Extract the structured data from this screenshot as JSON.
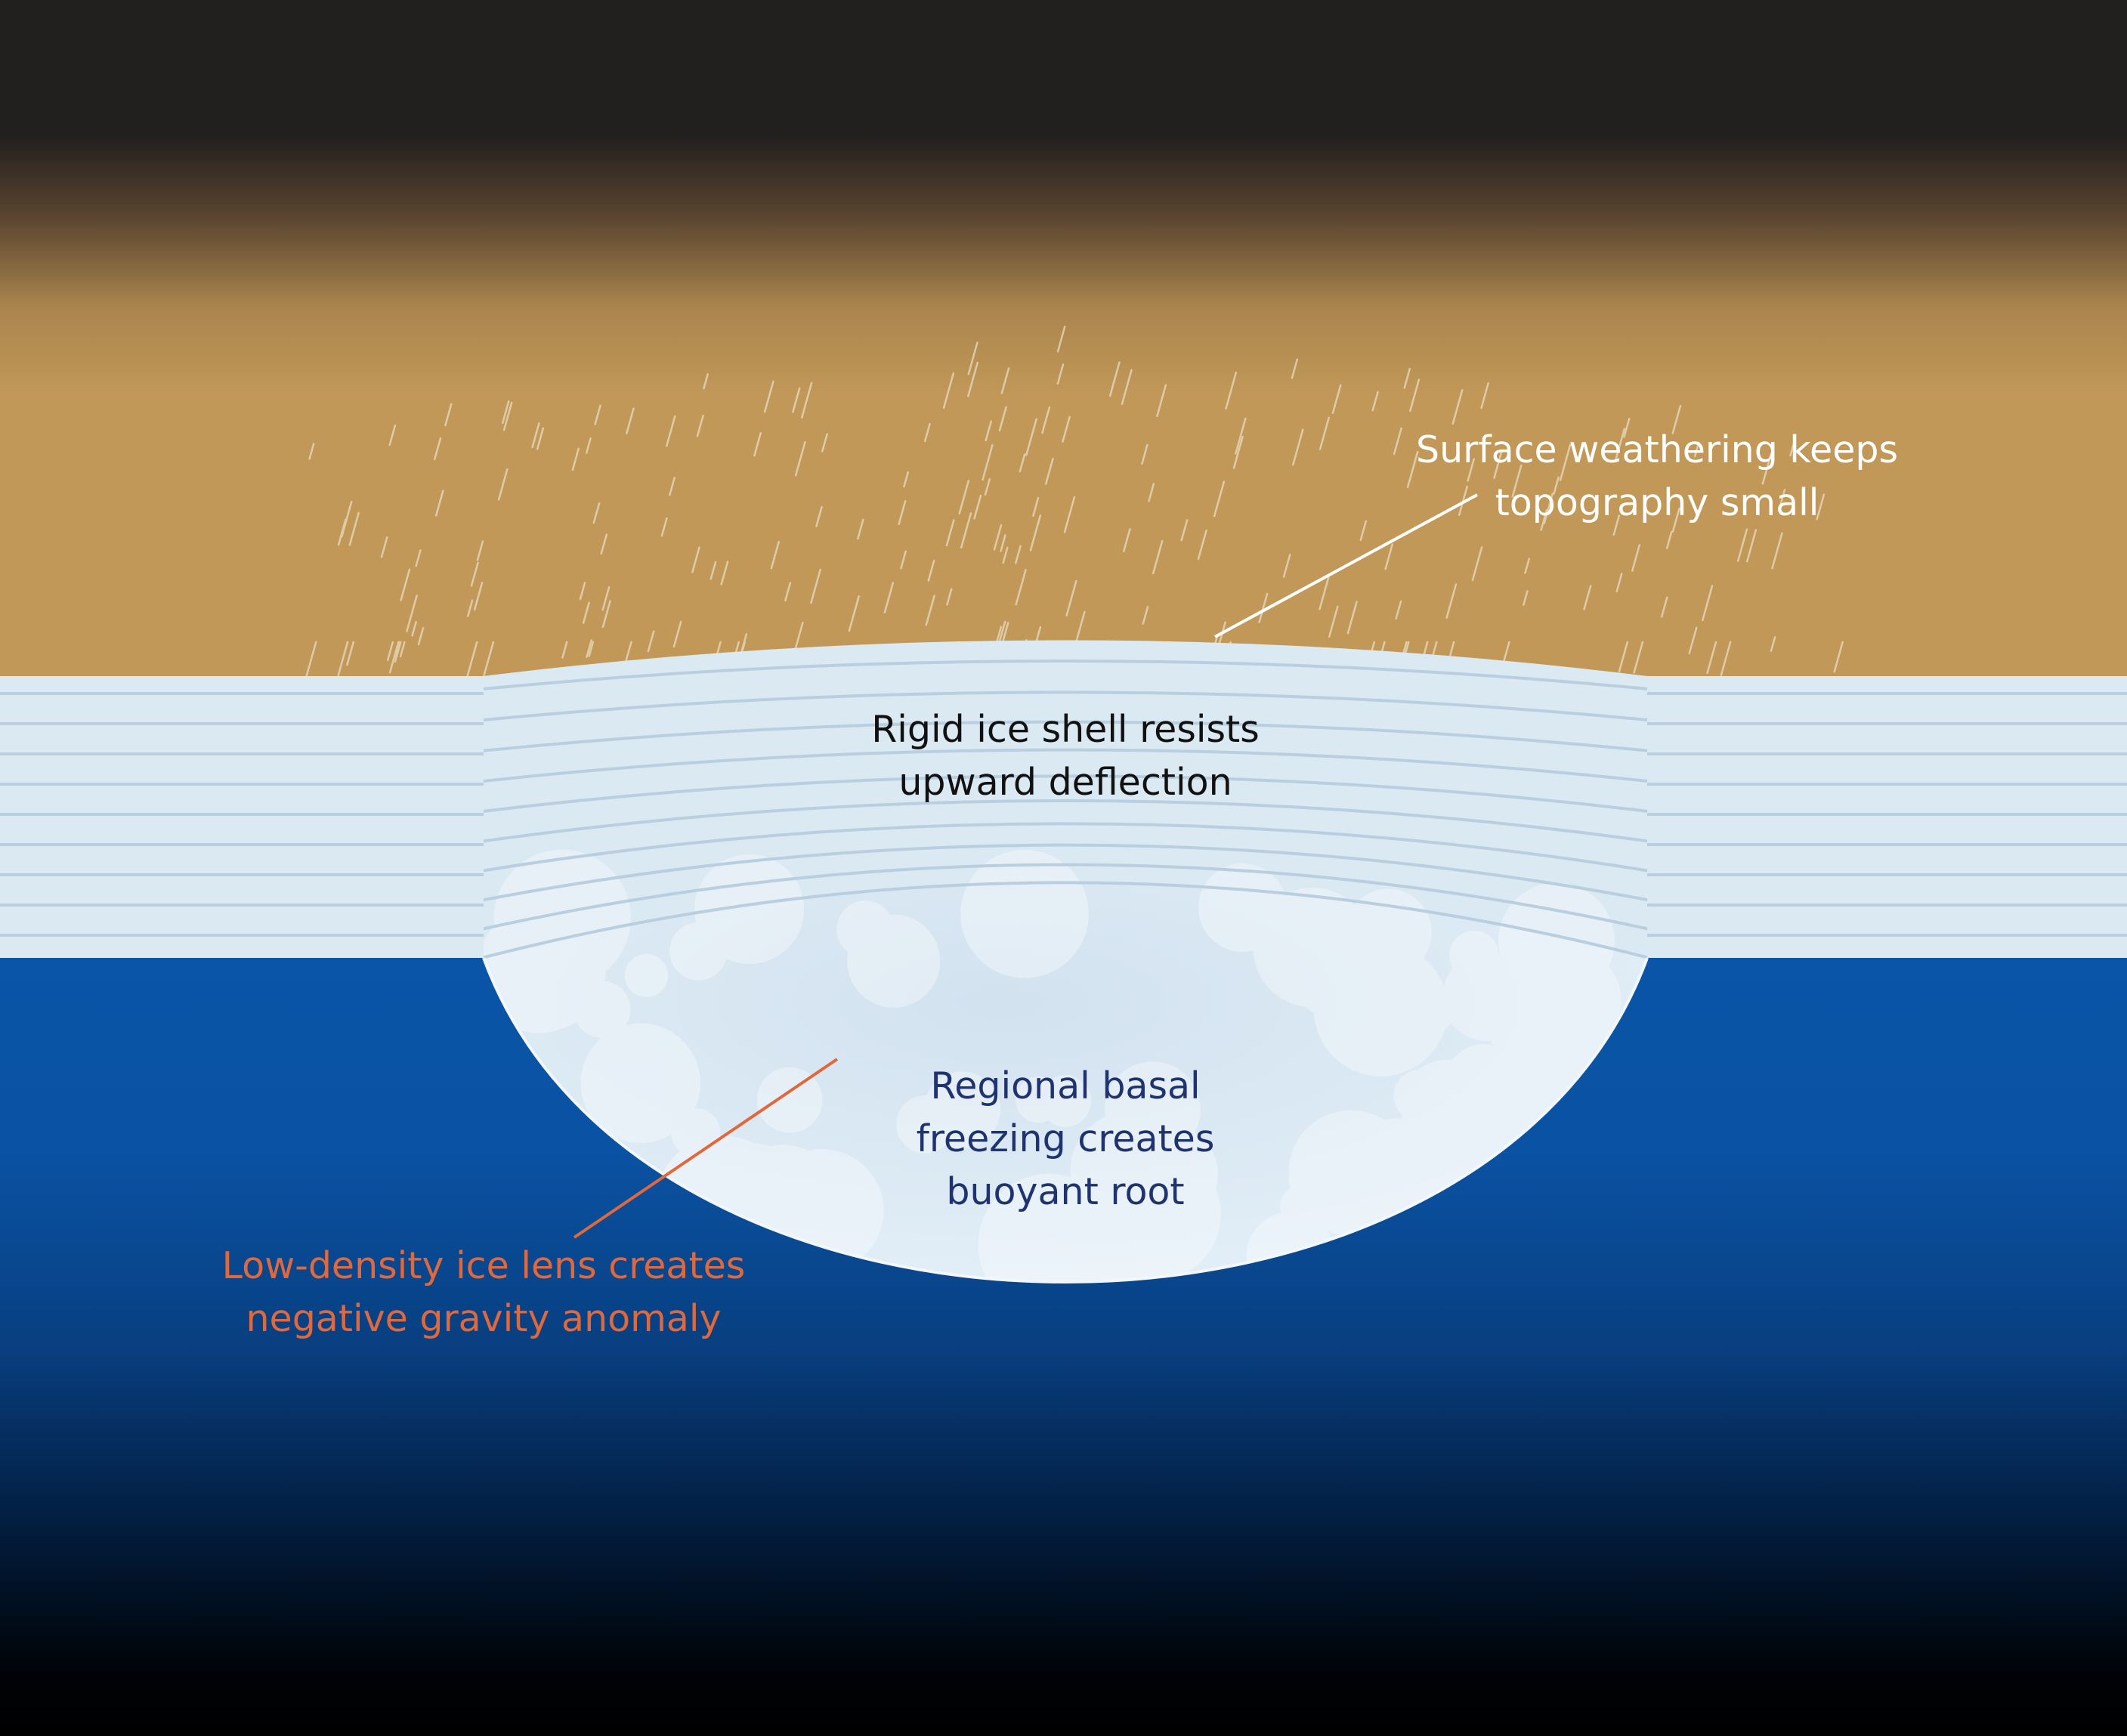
{
  "labels": {
    "surface": {
      "line1": "Surface weathering keeps",
      "line2": "topography small"
    },
    "shell": {
      "line1": "Rigid ice shell resists",
      "line2": "upward deflection"
    },
    "root": {
      "line1": "Regional basal",
      "line2": "freezing creates",
      "line3": "buoyant root"
    },
    "lens": {
      "line1": "Low-density ice lens creates",
      "line2": "negative gravity anomaly"
    }
  },
  "colors": {
    "sky_dark": "#221f1f",
    "atmosphere": "#c19858",
    "ice_shell": "#dbe9f3",
    "ice_stripe": "#b9cfe0",
    "ice_root": "#d9e8f4",
    "ocean": "#0a55a8",
    "ocean_deep": "#000000",
    "label_white": "#ffffff",
    "label_black": "#111111",
    "label_navy": "#1f3370",
    "label_orange": "#e0683a"
  }
}
